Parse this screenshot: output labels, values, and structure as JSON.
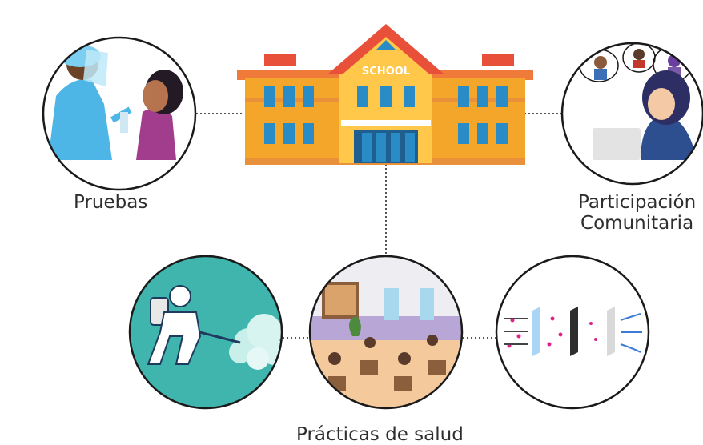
{
  "school_sign": "SCHOOL",
  "labels": {
    "testing": "Pruebas",
    "community_line1": "Participación",
    "community_line2": "Comunitaria",
    "health_practices": "Prácticas de salud"
  },
  "colors": {
    "school_wall": "#F4A62A",
    "school_roof": "#E8503A",
    "school_window": "#2A8CC6",
    "disinfect_bg": "#3FB5AE",
    "connector": "#555555"
  }
}
